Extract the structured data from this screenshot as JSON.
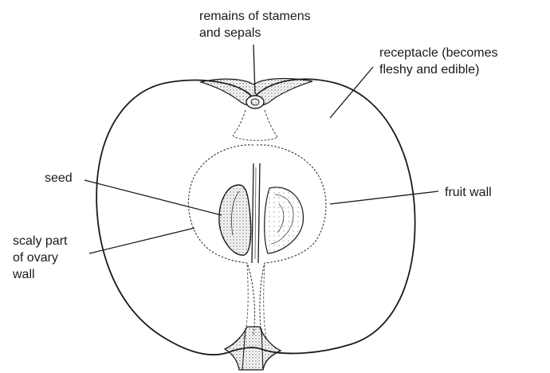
{
  "labels": {
    "stamens": {
      "line1": "remains of stamens",
      "line2": "and sepals"
    },
    "receptacle": {
      "line1": "receptacle (becomes",
      "line2": "fleshy and edible)"
    },
    "seed": "seed",
    "fruit_wall": "fruit wall",
    "scaly": {
      "line1": "scaly part",
      "line2": "of ovary",
      "line3": "wall"
    }
  },
  "colors": {
    "ink": "#1a1a1a",
    "stipple": "#555555"
  }
}
